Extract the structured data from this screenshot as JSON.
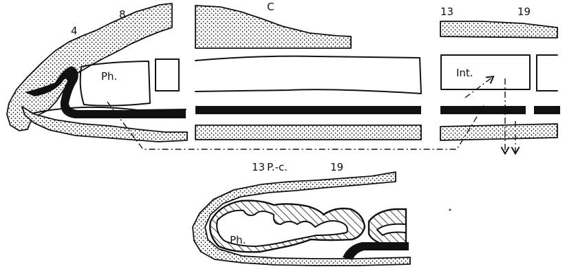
{
  "labels": {
    "seg_4": "4",
    "seg_8": "8",
    "seg_c": "C",
    "seg_13_top": "13",
    "seg_19_top": "19",
    "pharynx": "Ph.",
    "intestine": "Int.",
    "seg_13_bottom": "13",
    "pc": "P.-c.",
    "seg_19_bottom": "19",
    "pharynx_lower": "Ph."
  },
  "colors": {
    "ink": "#111111",
    "paper": "#ffffff"
  }
}
